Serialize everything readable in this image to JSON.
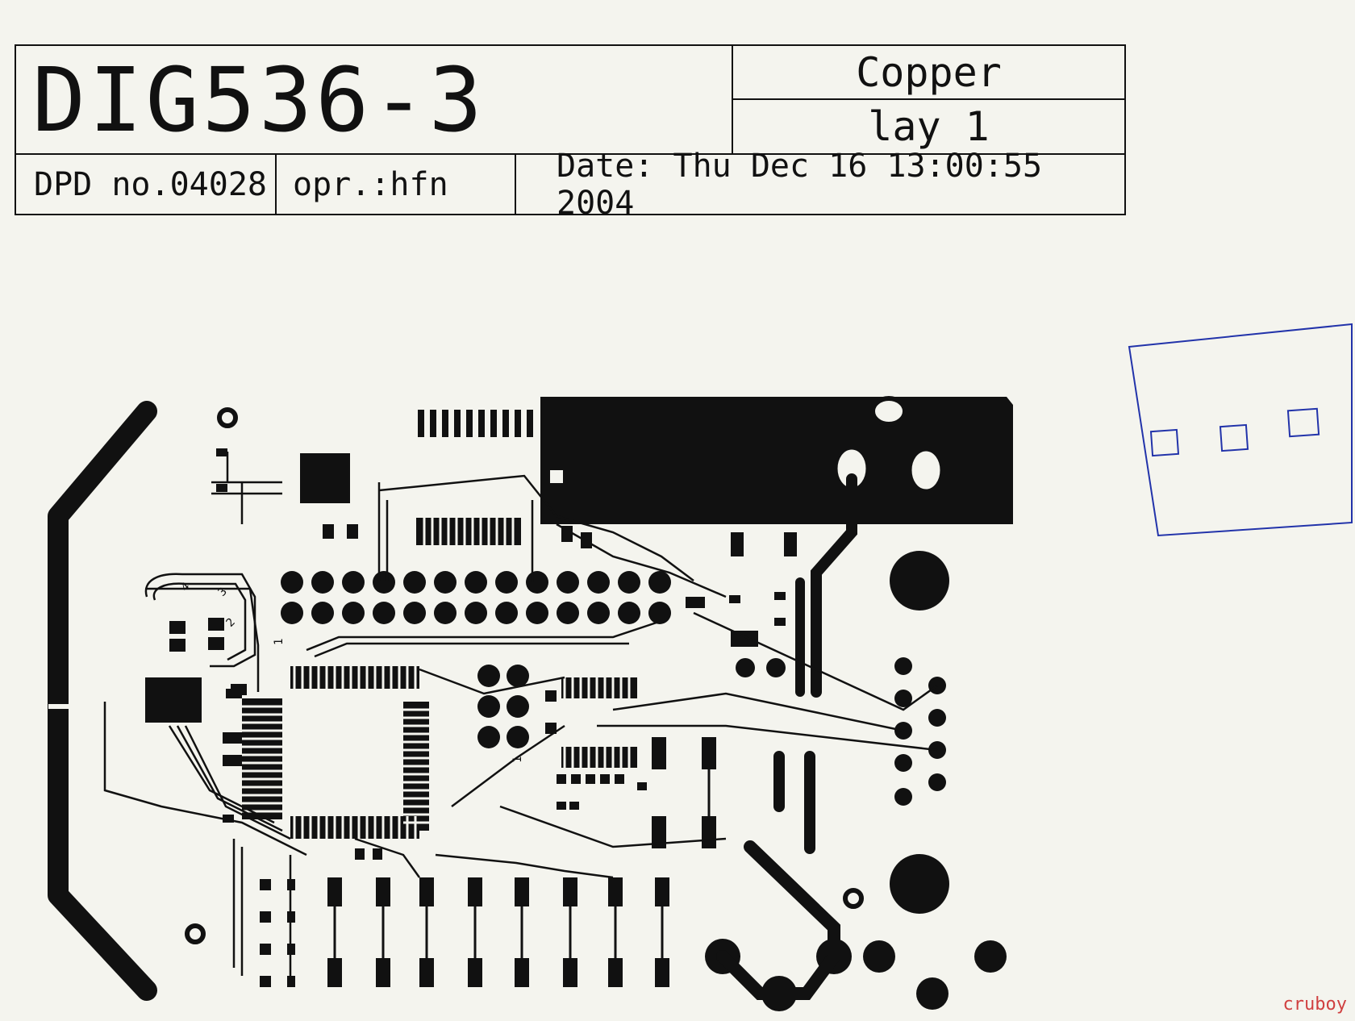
{
  "title_block": {
    "drawing_name": "DIG536-3",
    "material": "Copper",
    "layer": "lay 1",
    "dpd_number": "DPD no.04028",
    "operator": "opr.:hfn",
    "date": "Date: Thu Dec 16 13:00:55 2004"
  },
  "board": {
    "pin_marker_1a": "1",
    "pin_marker_1b": "1",
    "pin_marker_2": "2",
    "pin_marker_3": "3",
    "pin_marker_4": "4"
  },
  "watermark": "cruboy",
  "colors": {
    "paper": "#f4f4ee",
    "copper_ink": "#111111",
    "pen_sketch": "#2233aa",
    "watermark": "#d04040"
  }
}
